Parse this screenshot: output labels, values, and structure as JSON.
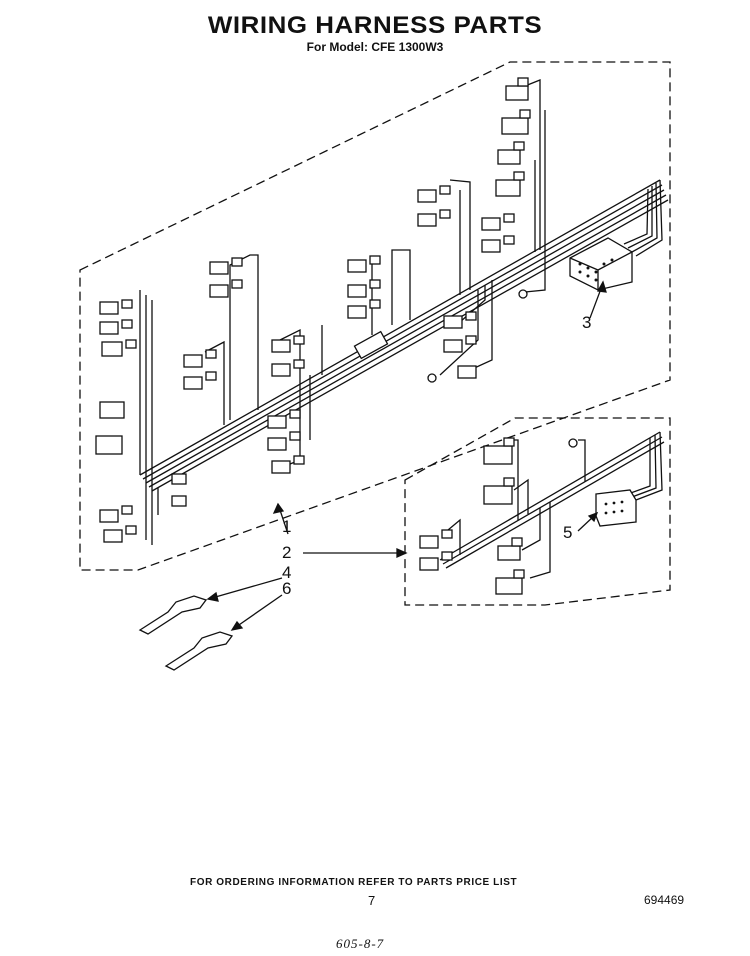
{
  "header": {
    "title": "WIRING HARNESS PARTS",
    "model": "For Model: CFE 1300W3"
  },
  "callouts": {
    "c1": "1",
    "c2": "2",
    "c3": "3",
    "c4": "4",
    "c5": "5",
    "c6": "6"
  },
  "footer": {
    "ordering_note": "FOR ORDERING INFORMATION REFER TO PARTS PRICE LIST",
    "page_number": "7",
    "document_number": "694469",
    "handwritten_note": "605-8-7"
  }
}
